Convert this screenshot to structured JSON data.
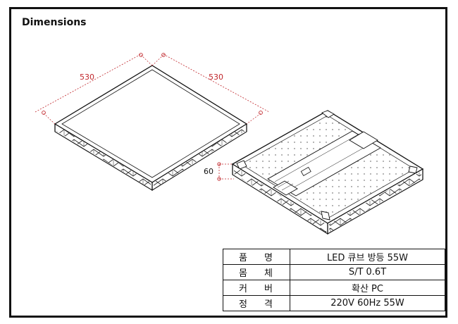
{
  "title": "Dimensions",
  "dimensions": {
    "width_label": "530",
    "depth_label": "530",
    "height_label": "60"
  },
  "colors": {
    "dimension_line": "#c0262b",
    "outline": "#111111"
  },
  "spec_table": [
    {
      "key": "품 명",
      "value": "LED 큐브 방등 55W"
    },
    {
      "key": "몸 체",
      "value": "S/T 0.6T"
    },
    {
      "key": "커 버",
      "value": "확산 PC"
    },
    {
      "key": "정 격",
      "value": "220V 60Hz 55W"
    }
  ]
}
